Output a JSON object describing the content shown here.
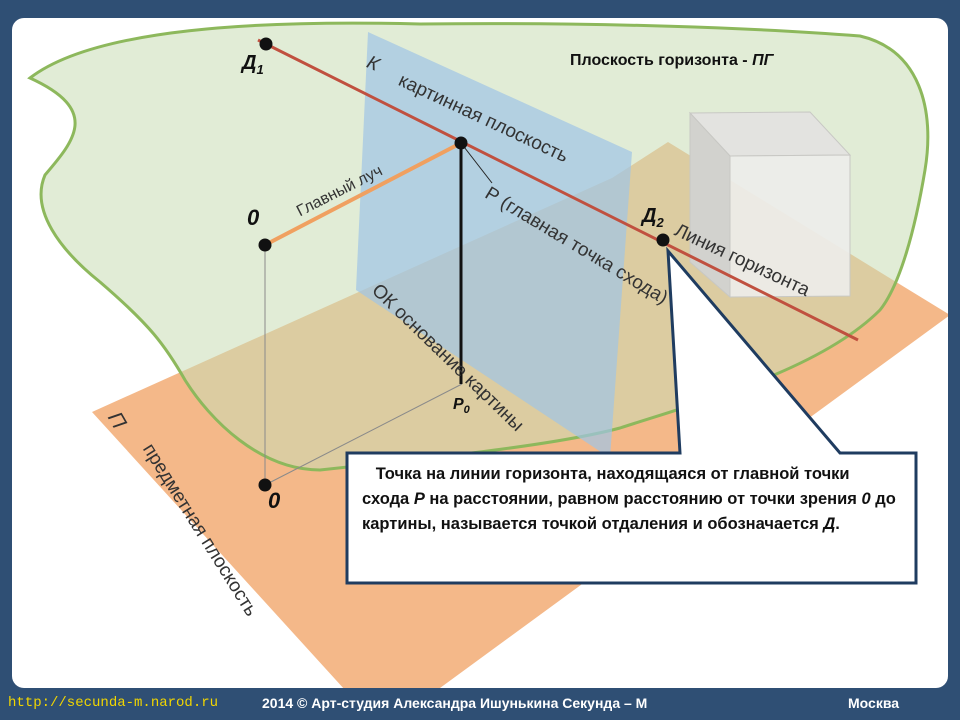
{
  "labels": {
    "d1": "Д",
    "d1_sub": "1",
    "d2": "Д",
    "d2_sub": "2",
    "horizon_plane": "Плоскость горизонта - ",
    "horizon_plane_abbr": "ПГ",
    "picture_plane_letter": "К",
    "picture_plane": "картинная плоскость",
    "main_ray": "Главный луч",
    "o_eye": "0",
    "p_main": "Р (главная точка схода)",
    "horizon_line": "Линия горизонта",
    "ok_base": "ОК основание картины",
    "p0": "Р",
    "p0_sub": "0",
    "o_ground": "0",
    "subject_plane_letter": "П",
    "subject_plane": "предметная плоскость"
  },
  "callout": {
    "part1": "Точка на линии горизонта, находящаяся от главной точки схода ",
    "p": "Р",
    "part2": " на расстоянии, равном расстоянию от точки зрения ",
    "o": "0",
    "part3": " до картины, называется точкой отдаления и обозначается ",
    "d": "Д",
    "part4": "."
  },
  "footer": {
    "url": "http://secunda-m.narod.ru",
    "copyright": "2014  © Арт-студия Александра Ишунькина  Секунда – М",
    "city": "Москва"
  },
  "colors": {
    "background_border": "#2f4f74",
    "horizon_plane_fill": "#dde9cf",
    "horizon_plane_stroke": "#8db85c",
    "picture_plane": "#9fc4e6",
    "subject_plane": "#f4b889",
    "horizon_line": "#c0503f",
    "main_ray": "#f0a060",
    "url_text": "#f2d600",
    "footer_text": "#ffffff"
  }
}
